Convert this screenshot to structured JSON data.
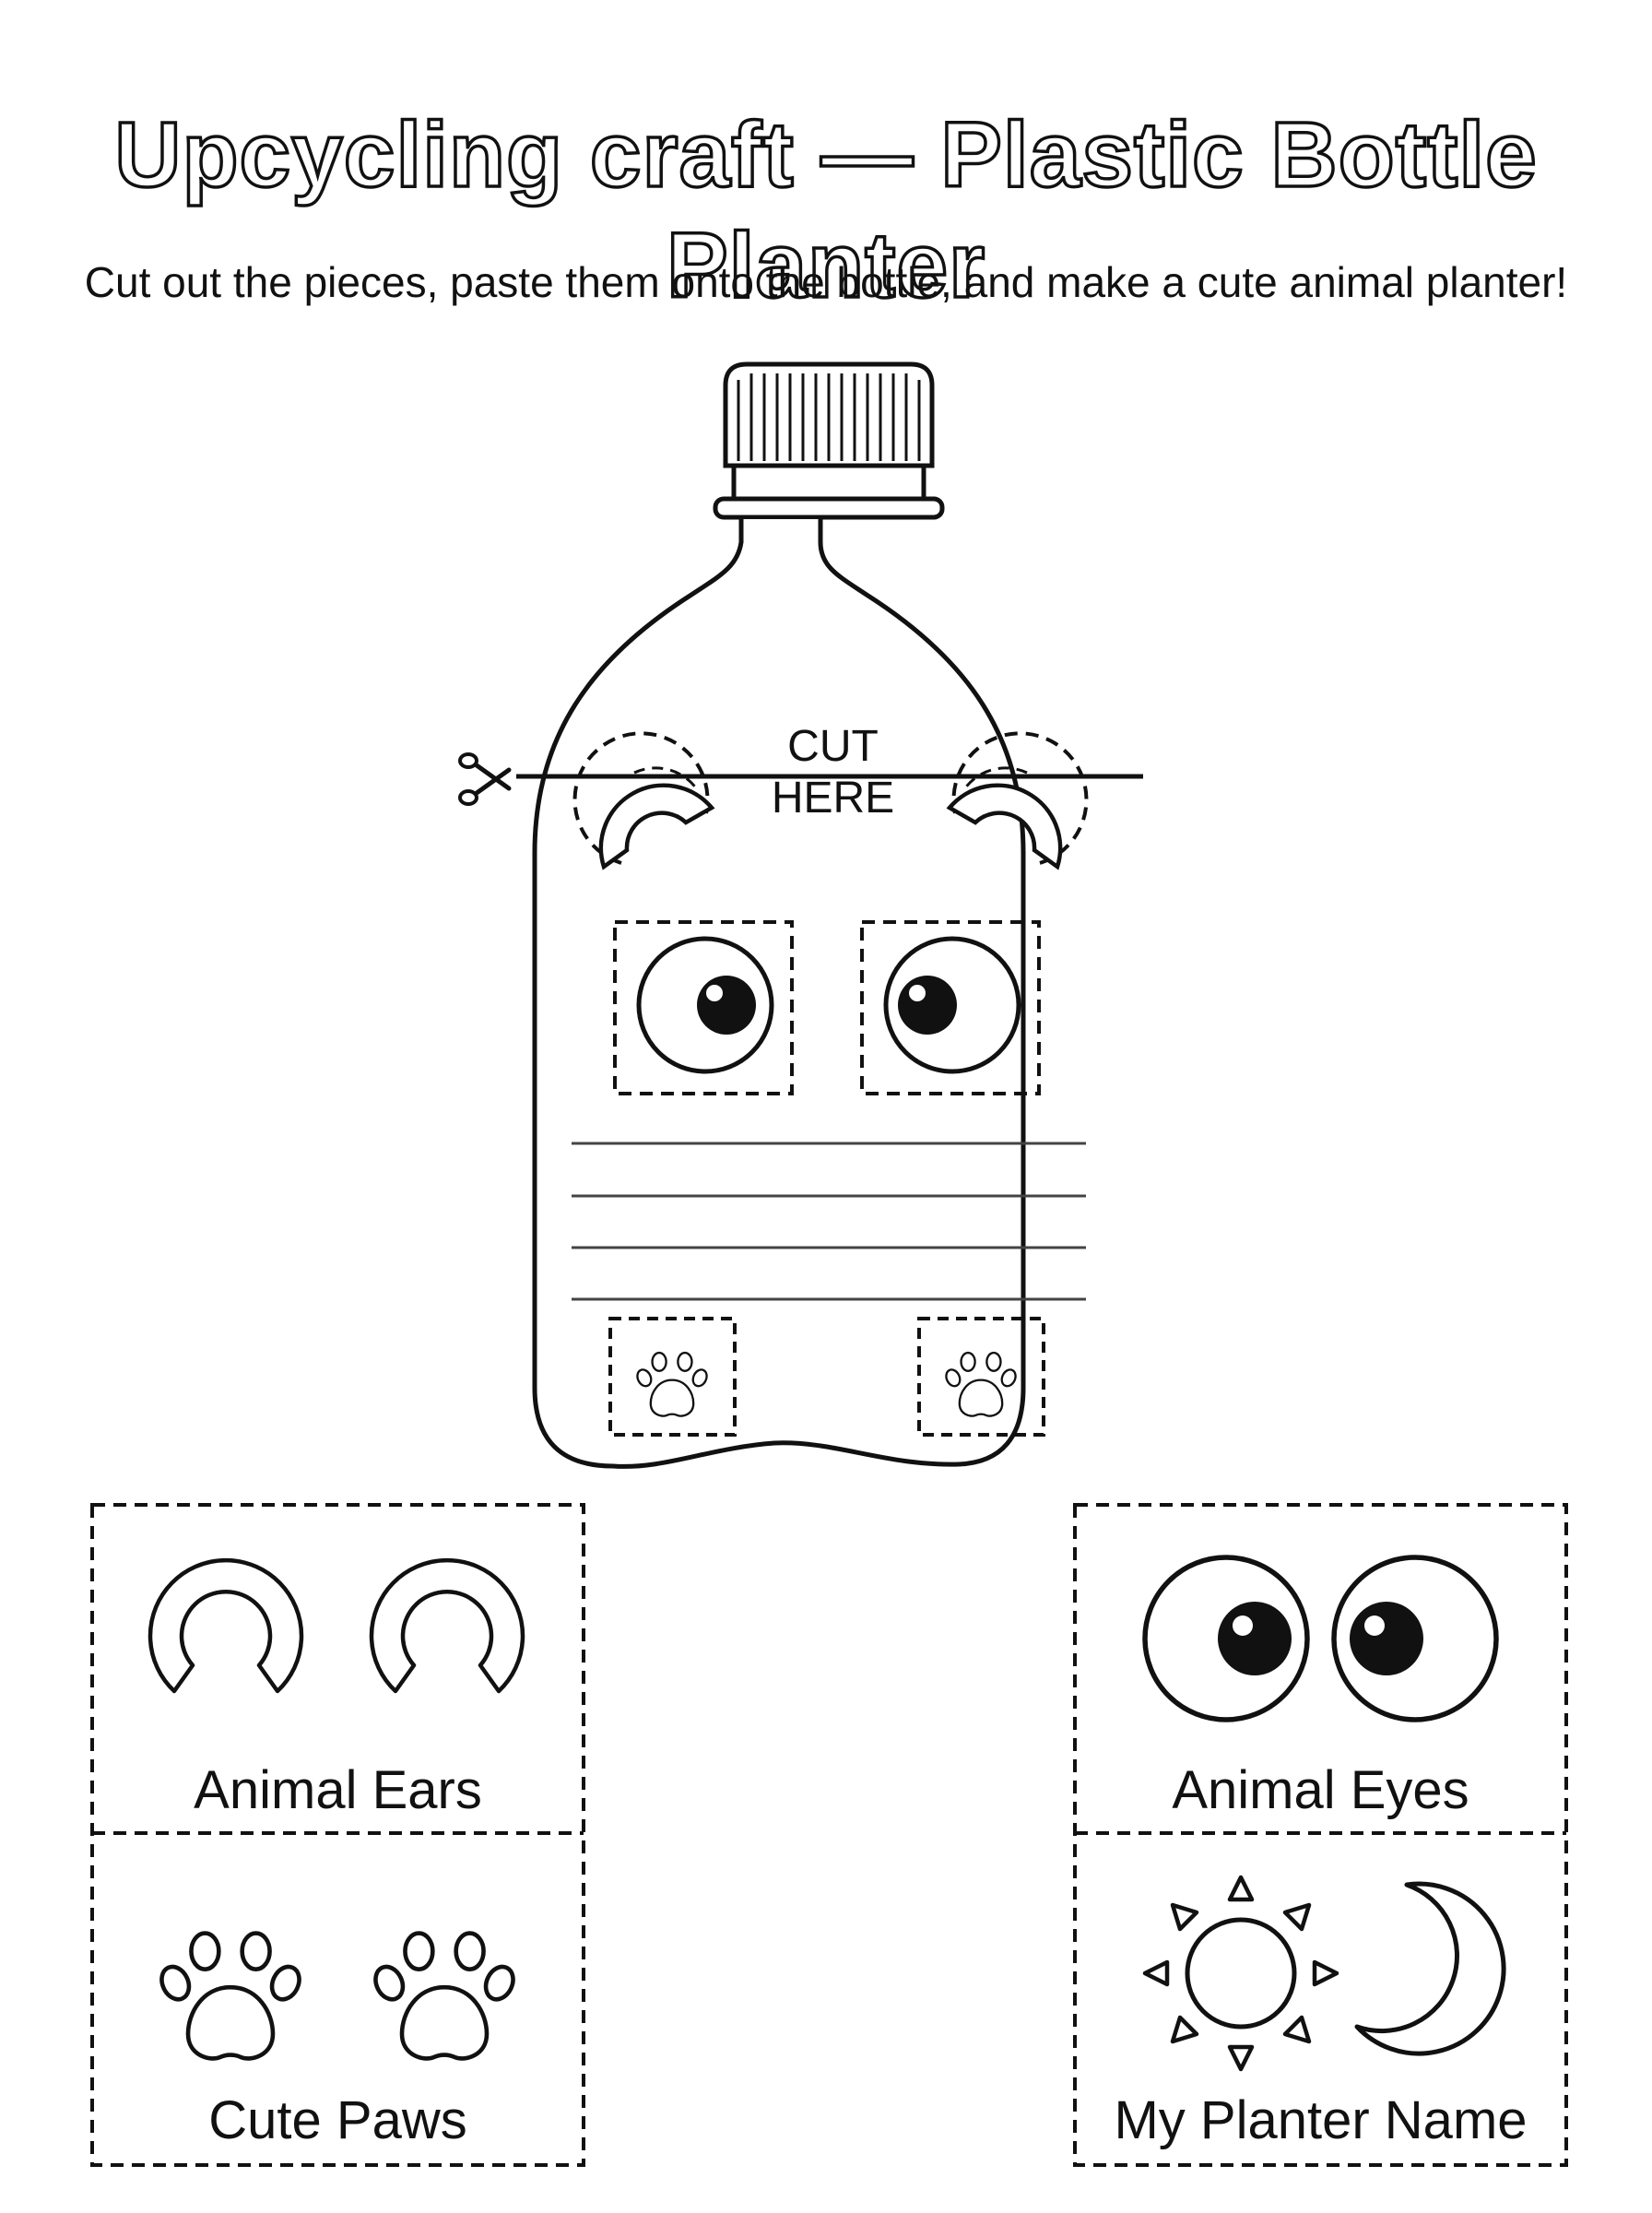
{
  "header": {
    "title": "Upcycling craft — Plastic Bottle Planter",
    "subtitle": "Cut out the pieces, paste them onto the bottle, and make a cute animal planter!"
  },
  "bottle": {
    "cut_label": "CUT HERE",
    "cut_icon": "scissors-icon"
  },
  "cards": {
    "ears_label": "Animal Ears",
    "eyes_label": "Animal Eyes",
    "paws_label": "Cute Paws",
    "name_label": "My Planter Name"
  },
  "icons": {
    "ears": "ear-icon",
    "eyes": "eye-icon",
    "paws": "paw-icon",
    "sun": "sun-icon",
    "moon": "moon-icon"
  },
  "colors": {
    "line": "#111111",
    "background": "#ffffff",
    "writing_lines": "#444444"
  }
}
